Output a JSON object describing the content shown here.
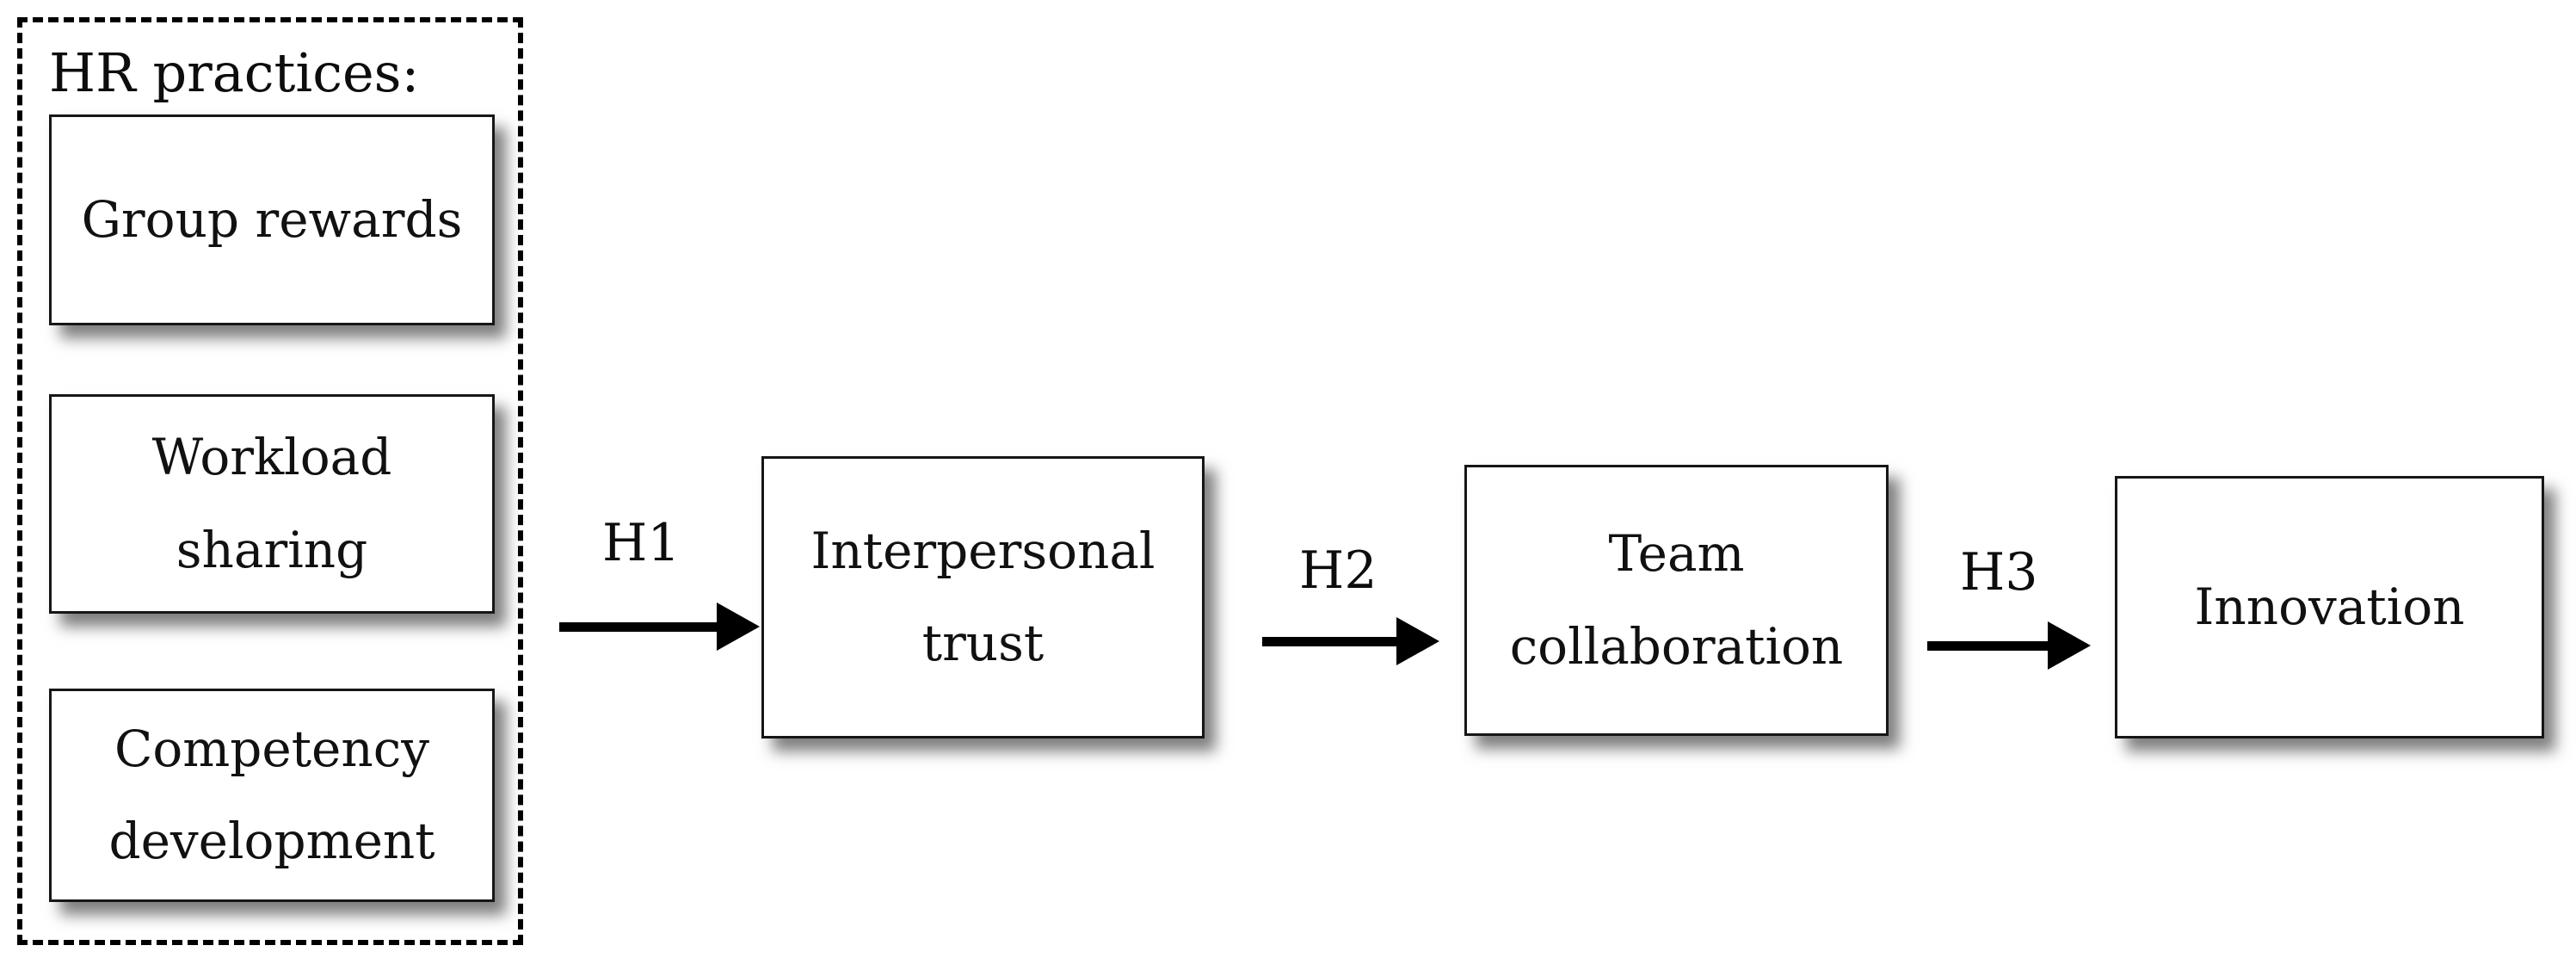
{
  "diagram": {
    "hr_group": {
      "label": "HR practices:",
      "items": [
        {
          "id": "group-rewards",
          "lines": [
            "Group rewards"
          ]
        },
        {
          "id": "workload-sharing",
          "lines": [
            "Workload",
            "sharing"
          ]
        },
        {
          "id": "competency-development",
          "lines": [
            "Competency",
            "development"
          ]
        }
      ]
    },
    "nodes": [
      {
        "id": "interpersonal-trust",
        "lines": [
          "Interpersonal",
          "trust"
        ]
      },
      {
        "id": "team-collaboration",
        "lines": [
          "Team",
          "collaboration"
        ]
      },
      {
        "id": "innovation",
        "lines": [
          "Innovation"
        ]
      }
    ],
    "arrows": [
      {
        "label": "H1",
        "from": "HR practices",
        "to": "Interpersonal trust"
      },
      {
        "label": "H2",
        "from": "Interpersonal trust",
        "to": "Team collaboration"
      },
      {
        "label": "H3",
        "from": "Team collaboration",
        "to": "Innovation"
      }
    ],
    "colors": {
      "ink": "#000000",
      "box_fill": "#ffffff",
      "background": "#ffffff",
      "shadow": "rgba(0,0,0,0.5)"
    }
  }
}
